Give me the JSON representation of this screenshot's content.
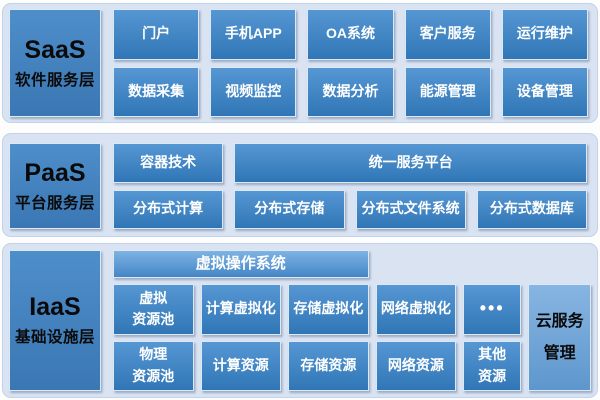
{
  "colors": {
    "page_background": "#ffffff",
    "layer_background": "#d9e3f2",
    "layer_border": "#c2d2e8",
    "box_gradient_top": "#5697d3",
    "box_gradient_bottom": "#3076b6",
    "box_text": "#ffffff",
    "label_box_top": "#4e8ec9",
    "label_box_bottom": "#3a77b4",
    "label_text": "#0a0a0a",
    "light_box_top": "#7eb3e3",
    "light_box_bottom": "#4486c6",
    "side_box_top": "#88b5e2",
    "side_box_bottom": "#5e97cd"
  },
  "layers": {
    "saas": {
      "abbr": "SaaS",
      "name": "软件服务层",
      "row1": [
        "门户",
        "手机APP",
        "OA系统",
        "客户服务",
        "运行维护"
      ],
      "row2": [
        "数据采集",
        "视频监控",
        "数据分析",
        "能源管理",
        "设备管理"
      ]
    },
    "paas": {
      "abbr": "PaaS",
      "name": "平台服务层",
      "row1": [
        "容器技术",
        "统一服务平台"
      ],
      "row2": [
        "分布式计算",
        "分布式存储",
        "分布式文件系统",
        "分布式数据库"
      ]
    },
    "iaas": {
      "abbr": "IaaS",
      "name": "基础设施层",
      "top": "虚拟操作系统",
      "row1": [
        "虚拟\n资源池",
        "计算虚拟化",
        "存储虚拟化",
        "网络虚拟化",
        "•••"
      ],
      "row2": [
        "物理\n资源池",
        "计算资源",
        "存储资源",
        "网络资源",
        "其他\n资源"
      ],
      "side": "云服务\n管理"
    }
  }
}
